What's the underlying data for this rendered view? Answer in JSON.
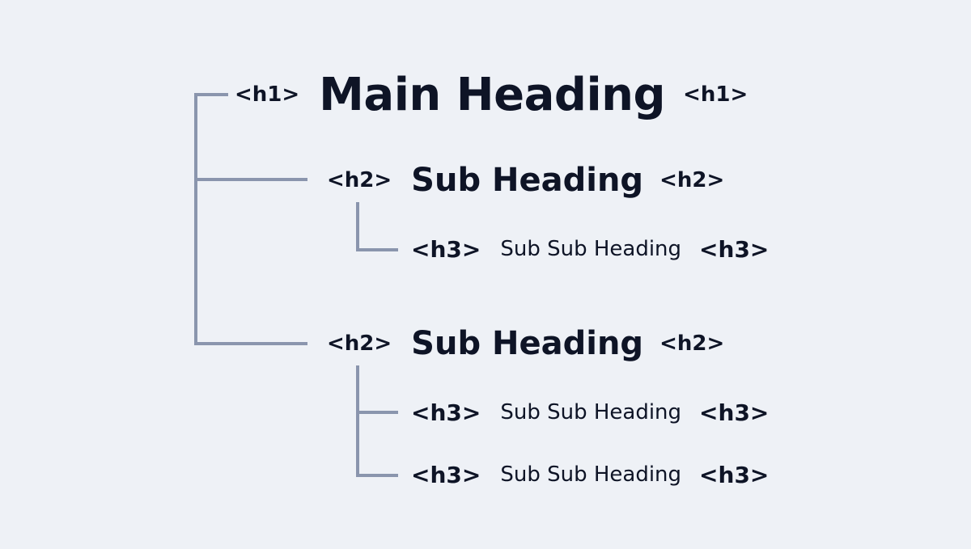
{
  "colors": {
    "background": "#eef1f6",
    "text": "#0e1426",
    "connector": "#8a95ad"
  },
  "h1": {
    "open_tag": "<h1>",
    "text": "Main Heading",
    "close_tag": "<h1>"
  },
  "sections": [
    {
      "h2": {
        "open_tag": "<h2>",
        "text": "Sub Heading",
        "close_tag": "<h2>"
      },
      "h3": [
        {
          "open_tag": "<h3>",
          "text": "Sub Sub Heading",
          "close_tag": "<h3>"
        }
      ]
    },
    {
      "h2": {
        "open_tag": "<h2>",
        "text": "Sub Heading",
        "close_tag": "<h2>"
      },
      "h3": [
        {
          "open_tag": "<h3>",
          "text": "Sub Sub Heading",
          "close_tag": "<h3>"
        },
        {
          "open_tag": "<h3>",
          "text": "Sub Sub Heading",
          "close_tag": "<h3>"
        }
      ]
    }
  ]
}
